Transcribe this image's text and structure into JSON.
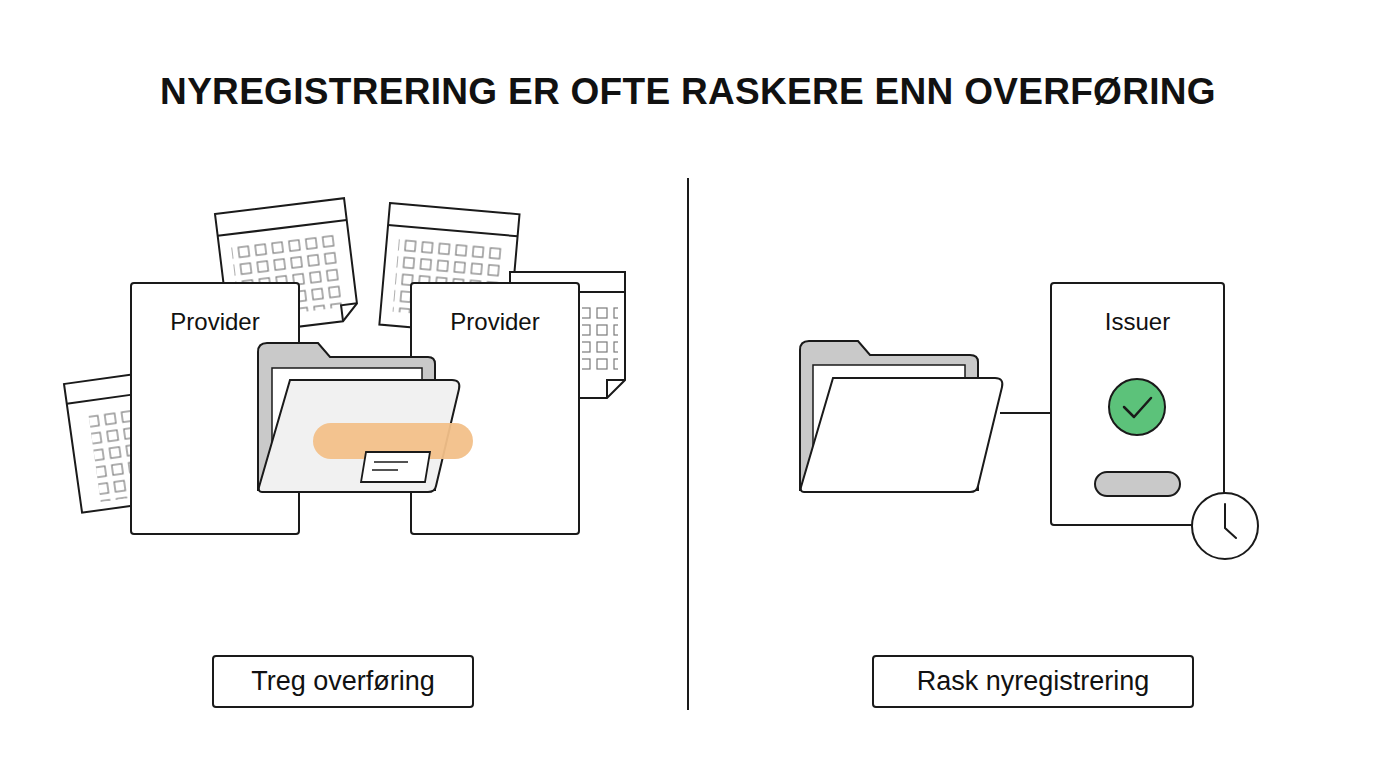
{
  "diagram": {
    "title": "NYREGISTRERING ER OFTE RASKERE ENN OVERFØRING",
    "nodes": [
      {
        "text": [
          "Provider"
        ]
      },
      {
        "text": [
          "Provider"
        ]
      },
      {
        "text": [
          "Issuer"
        ]
      },
      {
        "text": [
          "Treg overføring"
        ]
      },
      {
        "text": [
          "Rask nyregistrering"
        ]
      }
    ]
  }
}
